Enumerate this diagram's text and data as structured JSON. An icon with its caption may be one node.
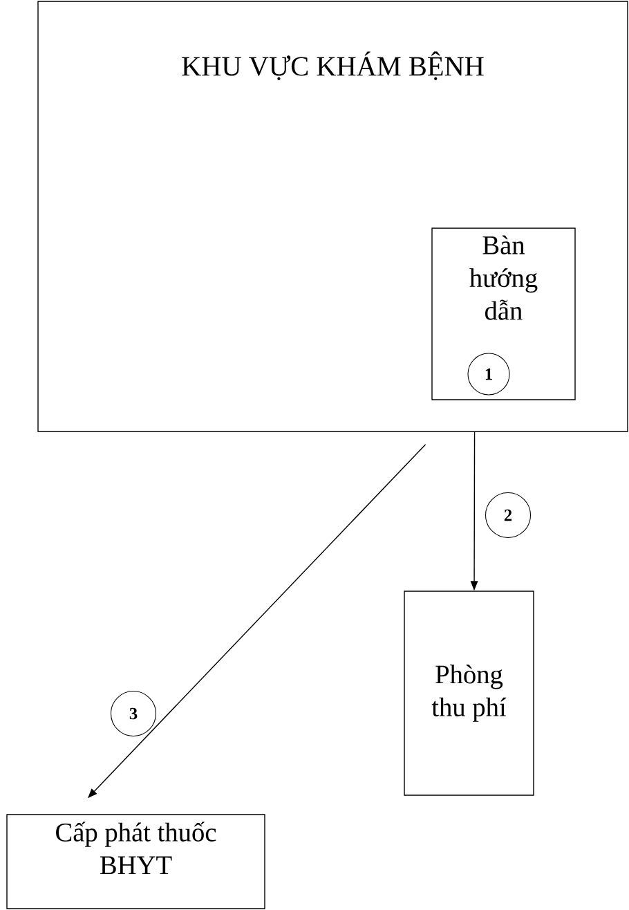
{
  "diagram": {
    "nodes": [
      {
        "text": [
          "KHU VỰC KHÁM BỆNH"
        ]
      },
      {
        "text": [
          "Bàn hướng dẫn"
        ],
        "in": 0
      },
      {
        "text": [
          "Phòng thu phí"
        ]
      },
      {
        "text": [
          "Cấp phát thuốc BHYT"
        ]
      },
      {
        "text": [
          "1"
        ],
        "in": 1
      }
    ],
    "edges": [
      {
        "from": 0,
        "to": 2,
        "arrow": "to",
        "label": "2"
      },
      {
        "from": 0,
        "to": 3,
        "arrow": "to",
        "label": "3"
      }
    ]
  }
}
